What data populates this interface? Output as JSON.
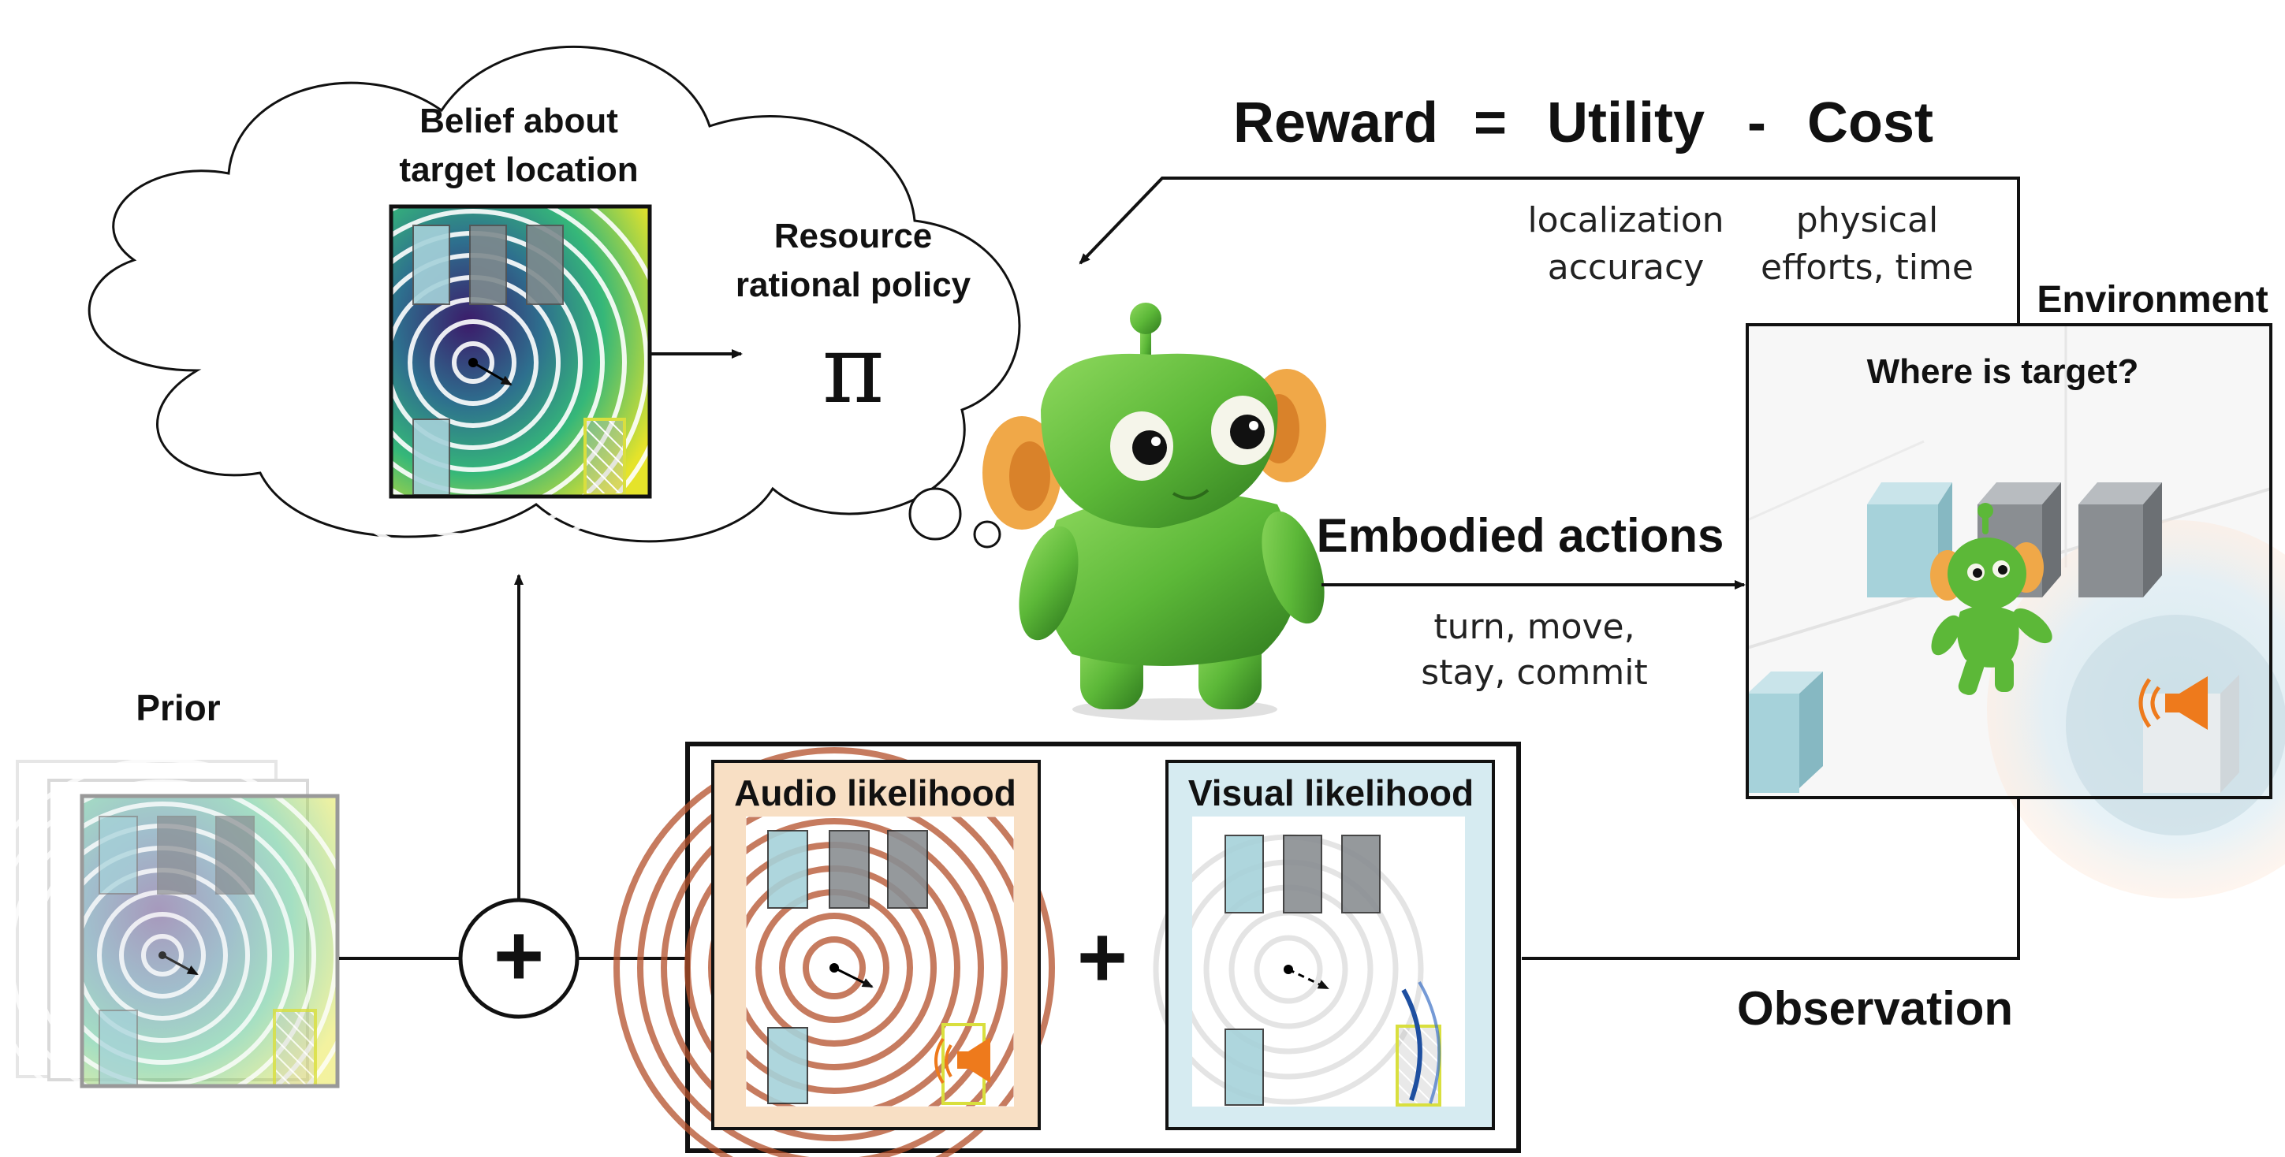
{
  "belief": {
    "title_line1": "Belief about",
    "title_line2": "target location"
  },
  "policy": {
    "title_line1": "Resource",
    "title_line2": "rational policy",
    "symbol": "π"
  },
  "reward": {
    "reward": "Reward",
    "eq": "=",
    "utility": "Utility",
    "minus": "-",
    "cost": "Cost",
    "utility_desc_1": "localization",
    "utility_desc_2": "accuracy",
    "cost_desc_1": "physical",
    "cost_desc_2": "efforts, time"
  },
  "environment": {
    "label": "Environment",
    "question": "Where is target?"
  },
  "actions": {
    "title": "Embodied actions",
    "desc_1": "turn, move,",
    "desc_2": "stay, commit"
  },
  "prior": {
    "label": "Prior"
  },
  "audio": {
    "label": "Audio likelihood"
  },
  "visual": {
    "label": "Visual likelihood"
  },
  "combine": {
    "plus_symbol": "+"
  },
  "observation": {
    "label": "Observation"
  },
  "colors": {
    "robot_green": "#5cb838",
    "robot_ear": "#f0a848",
    "speaker_orange": "#ee7a1c",
    "obstacle_cyan": "#a6d2da",
    "obstacle_gray": "#8a8e92",
    "target_yellow": "#d9df3e",
    "audio_bg": "#f8dfc4",
    "visual_bg": "#d6ebf1"
  }
}
